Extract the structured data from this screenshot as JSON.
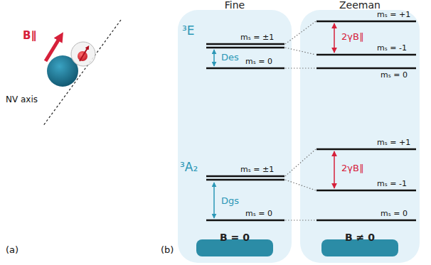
{
  "diagram": {
    "nodes": [
      {
        "text": [
          "Fine"
        ]
      },
      {
        "text": [
          "B = 0"
        ],
        "in": 0
      },
      {
        "text": [
          "Zeeman"
        ]
      },
      {
        "text": [
          "B ≠ 0"
        ],
        "in": 2
      }
    ],
    "labels": [
      "B∥",
      "NV axis",
      "(a)",
      "(b)",
      "³E",
      "mₛ = ±1",
      "Des",
      "mₛ = 0",
      "³A₂",
      "mₛ = ±1",
      "Dgs",
      "mₛ = 0",
      "mₛ = +1",
      "2γB∥",
      "mₛ = -1",
      "mₛ = 0",
      "mₛ = +1",
      "2γB∥",
      "mₛ = -1",
      "mₛ = 0"
    ]
  }
}
